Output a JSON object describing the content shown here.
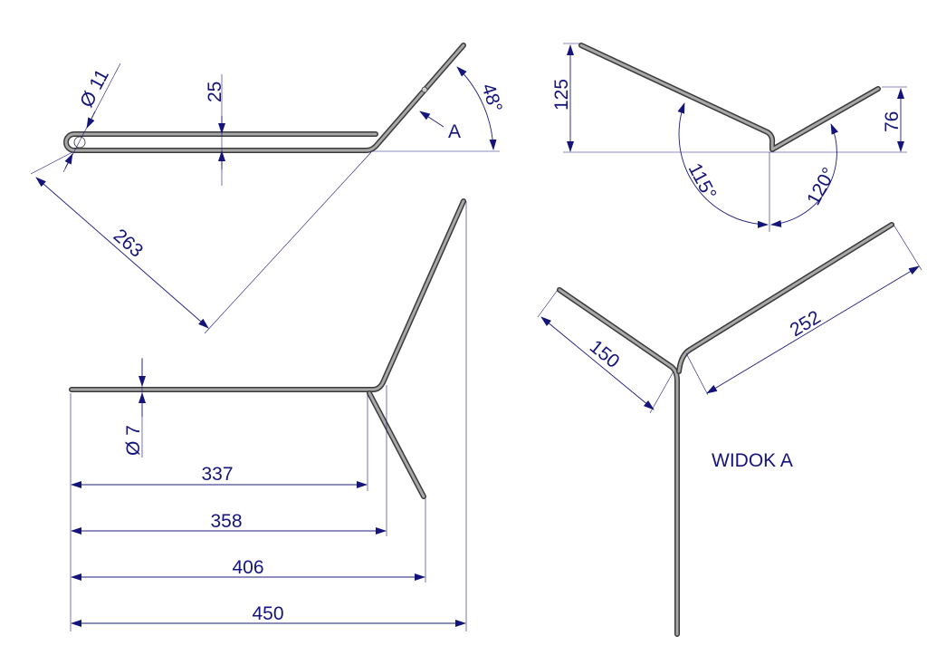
{
  "drawing": {
    "side_view": {
      "diameter_hole": "Ø 11",
      "gap": "25",
      "angle": "48°",
      "view_arrow": "A",
      "length_diag": "263"
    },
    "front_view": {
      "rod_diameter": "Ø 7",
      "dims": [
        "337",
        "358",
        "406",
        "450"
      ]
    },
    "top_view": {
      "height_left": "125",
      "height_right": "76",
      "angle_left": "115°",
      "angle_right": "120°"
    },
    "view_a": {
      "title": "WIDOK A",
      "arm_left": "150",
      "arm_right": "252"
    }
  },
  "colors": {
    "dimension": "#1c1c7a",
    "rod": "#a8a8a8",
    "rod_outline": "#3a3a3a"
  }
}
